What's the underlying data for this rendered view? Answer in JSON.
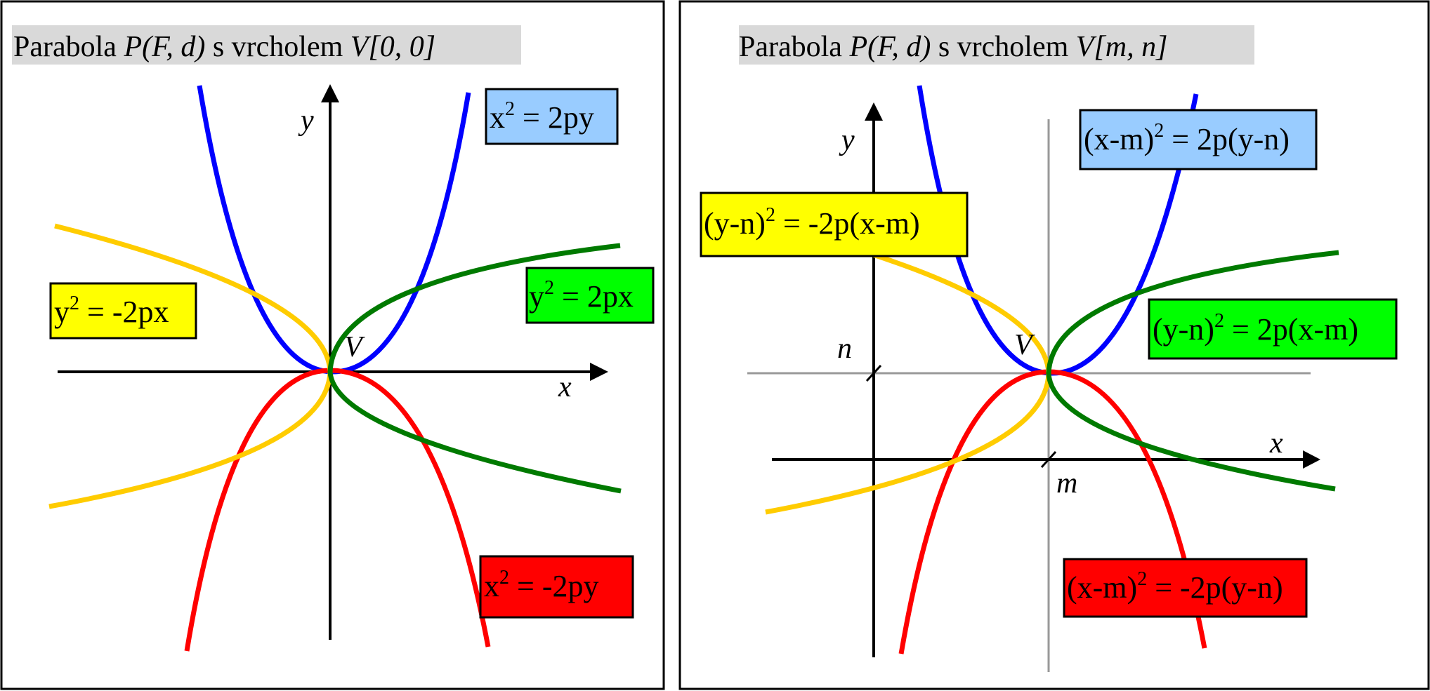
{
  "panels": [
    {
      "id": "left",
      "title": {
        "prefix": "Parabola ",
        "p_italic": "P(F, d)",
        "middle": " s vrcholem ",
        "v_italic": "V[0, 0]"
      },
      "axes": {
        "x_label": "x",
        "y_label": "y"
      },
      "vertex_label": "V",
      "equations": {
        "blue": {
          "pre": "x",
          "sup": "2",
          "post": " = 2py"
        },
        "yellow": {
          "pre": "y",
          "sup": "2",
          "post": " = -2px"
        },
        "green": {
          "pre": "y",
          "sup": "2",
          "post": " = 2px"
        },
        "red": {
          "pre": "x",
          "sup": "2",
          "post": " = -2py"
        }
      }
    },
    {
      "id": "right",
      "title": {
        "prefix": "Parabola ",
        "p_italic": "P(F, d)",
        "middle": " s vrcholem ",
        "v_italic": "V[m, n]"
      },
      "axes": {
        "x_label": "x",
        "y_label": "y",
        "m_label": "m",
        "n_label": "n"
      },
      "vertex_label": "V",
      "equations": {
        "blue": {
          "pre": "(x-m)",
          "sup": "2",
          "post": " = 2p(y-n)"
        },
        "yellow": {
          "pre": "(y-n)",
          "sup": "2",
          "post": " = -2p(x-m)"
        },
        "green": {
          "pre": "(y-n)",
          "sup": "2",
          "post": " = 2p(x-m)"
        },
        "red": {
          "pre": "(x-m)",
          "sup": "2",
          "post": " = -2p(y-n)"
        }
      }
    }
  ],
  "colors": {
    "blue": "#0000ff",
    "green": "#007a00",
    "yellow": "#ffcc00",
    "red": "#ff0000",
    "box_blue": "#99ccff",
    "box_green": "#00ff00",
    "box_yellow": "#ffff00",
    "box_red": "#ff0000",
    "title_bg": "#d9d9d9",
    "guide_gray": "#999999"
  }
}
